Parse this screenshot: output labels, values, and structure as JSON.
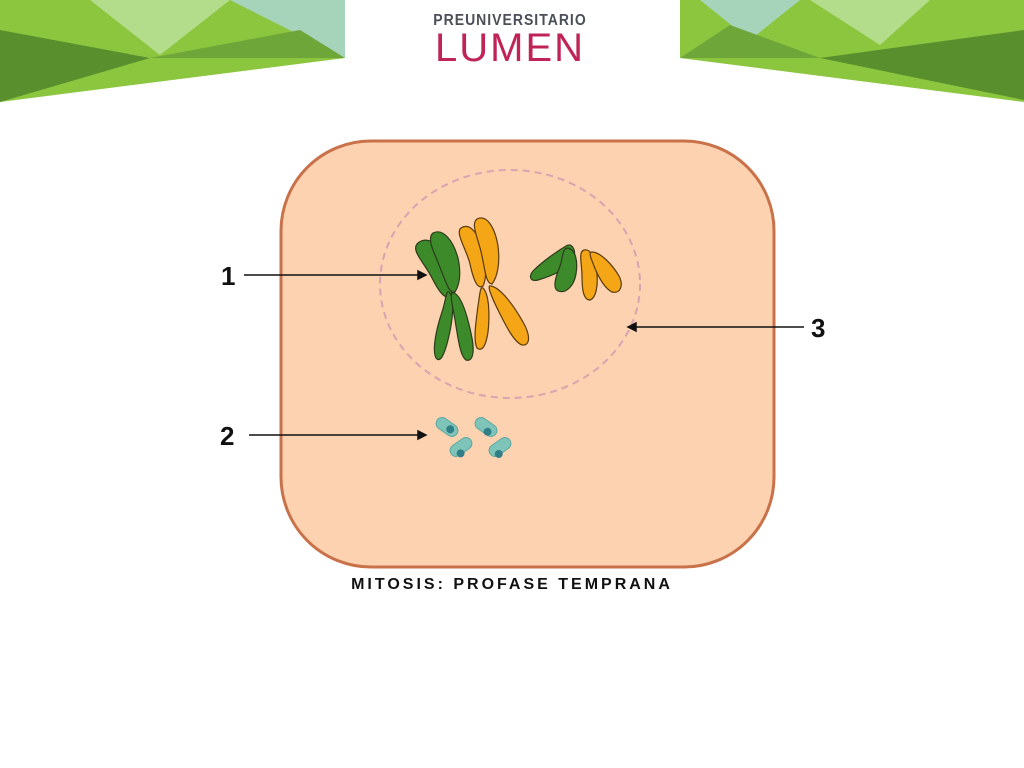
{
  "header": {
    "logo_top": "PREUNIVERSITARIO",
    "logo_main": "LUMEN"
  },
  "diagram": {
    "caption": "MITOSIS: PROFASE TEMPRANA",
    "labels": [
      "1",
      "2",
      "3"
    ]
  },
  "colors": {
    "banner_green": "#8cc63f",
    "banner_dark_green": "#5a8f2e",
    "banner_teal": "#a6d4ba",
    "logo_red": "#c02356",
    "cell_fill": "#fdd2b0",
    "cell_outline": "#c9724a",
    "nucleus_outline": "#d9a3b0",
    "chromosome_green": "#3d8a2a",
    "chromosome_orange": "#f5a617",
    "centrosome_teal": "#5ba7a0"
  }
}
